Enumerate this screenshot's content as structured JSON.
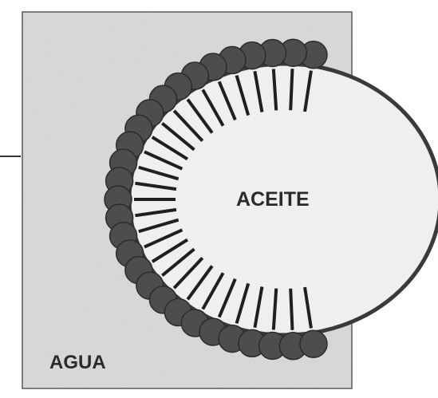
{
  "labels": {
    "oil": "ACEITE",
    "water": "AGUA"
  },
  "colors": {
    "paper": "#ffffff",
    "water": "#d9d9d9",
    "oil": "#efefef",
    "outline": "#3a3a3a",
    "head": "#4d4d4d",
    "tail": "#1f1f1f"
  },
  "micelle": {
    "head_count": 29
  }
}
